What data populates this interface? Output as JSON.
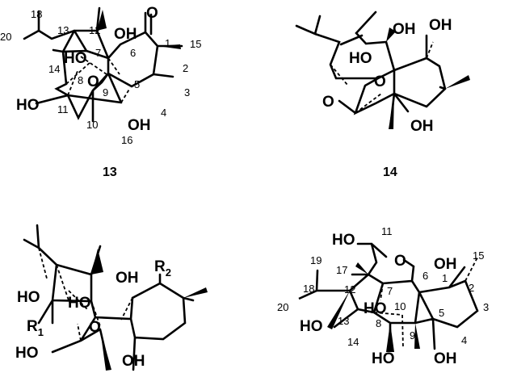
{
  "compounds": [
    {
      "id": "13",
      "labels": {
        "o_ketone": "O",
        "oh_12": "OH",
        "ho_8": "HO",
        "o_ring": "O",
        "ho_11": "HO",
        "oh_5": "OH"
      },
      "numbers": [
        "18",
        "13",
        "12",
        "20",
        "7",
        "6",
        "1",
        "15",
        "2",
        "14",
        "8",
        "5",
        "3",
        "11",
        "9",
        "4",
        "10",
        "16"
      ]
    },
    {
      "id": "14",
      "labels": {
        "oh_top": "OH",
        "oh_ring": "OH",
        "ho_left": "HO",
        "o_ring": "O",
        "o_ketone": "O",
        "oh_bottom": "OH"
      }
    },
    {
      "id": "",
      "labels": {
        "r2": "R",
        "r2_sub": "2",
        "oh_top": "OH",
        "ho_left": "HO",
        "ho_mid": "HO",
        "r1": "R",
        "r1_sub": "1",
        "o_ring": "O",
        "ho_bottom": "HO",
        "oh_bottom": "OH"
      }
    },
    {
      "id": "",
      "labels": {
        "ho_11": "HO",
        "o_ring": "O",
        "oh_1": "OH",
        "ho_7": "HO",
        "ho_13": "HO",
        "ho_8": "HO",
        "oh_5": "OH"
      },
      "numbers": [
        "11",
        "6",
        "15",
        "19",
        "17",
        "1",
        "2",
        "18",
        "12",
        "7",
        "3",
        "20",
        "10",
        "13",
        "5",
        "8",
        "14",
        "9",
        "4"
      ]
    }
  ]
}
